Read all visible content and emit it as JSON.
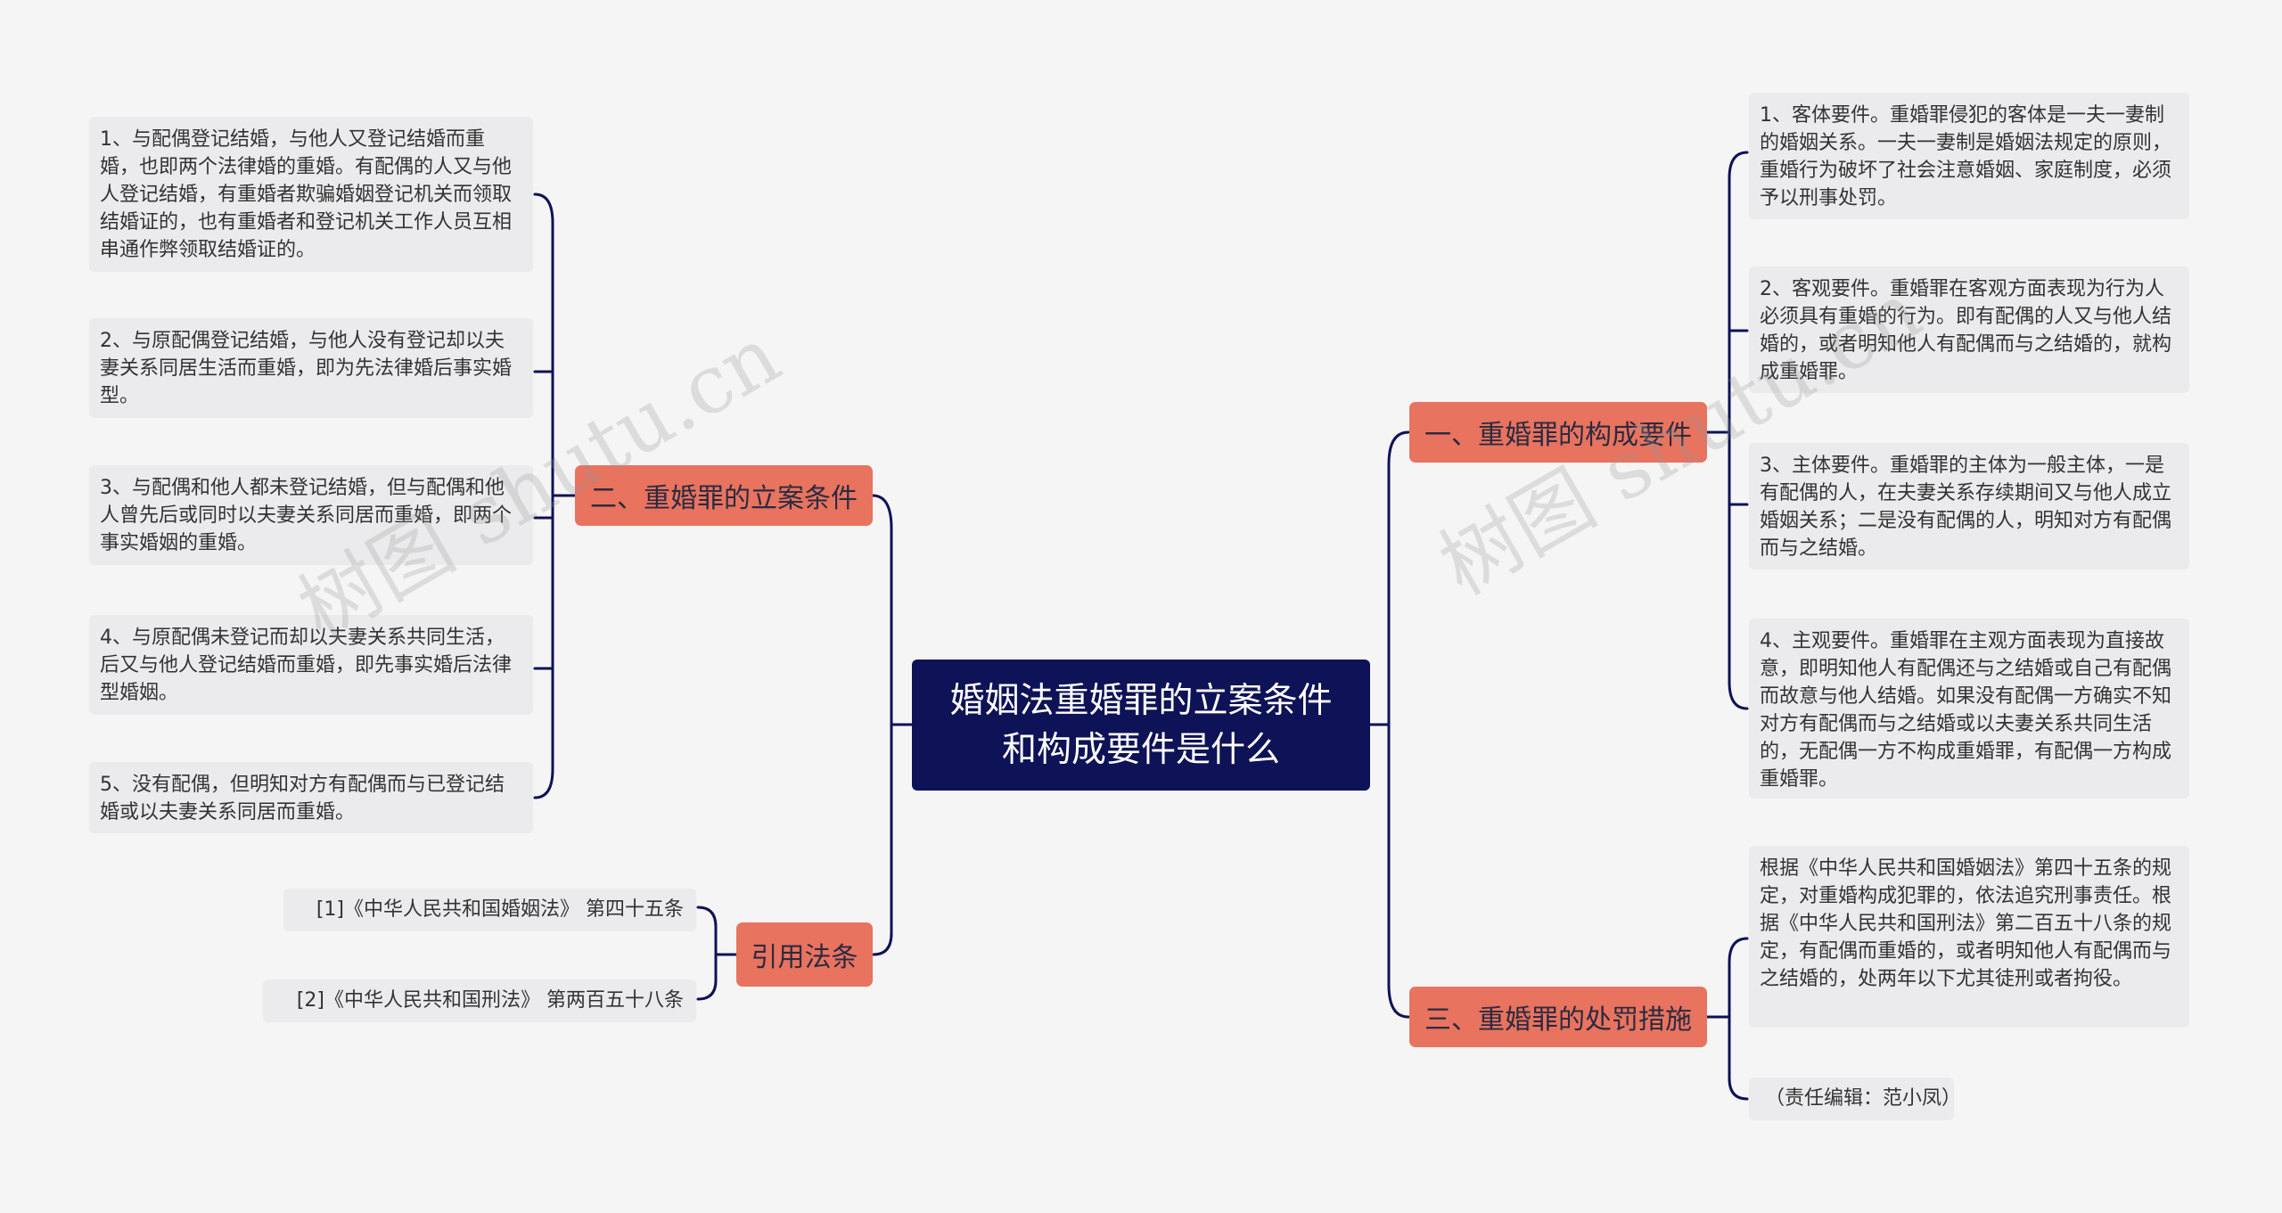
{
  "root": {
    "title": "婚姻法重婚罪的立案条件和构成要件是什么"
  },
  "branches": {
    "left_top": {
      "label": "二、重婚罪的立案条件",
      "items": [
        "1、与配偶登记结婚，与他人又登记结婚而重婚，也即两个法律婚的重婚。有配偶的人又与他人登记结婚，有重婚者欺骗婚姻登记机关而领取结婚证的，也有重婚者和登记机关工作人员互相串通作弊领取结婚证的。",
        "2、与原配偶登记结婚，与他人没有登记却以夫妻关系同居生活而重婚，即为先法律婚后事实婚型。",
        "3、与配偶和他人都未登记结婚，但与配偶和他人曾先后或同时以夫妻关系同居而重婚，即两个事实婚姻的重婚。",
        "4、与原配偶未登记而却以夫妻关系共同生活，后又与他人登记结婚而重婚，即先事实婚后法律型婚姻。",
        "5、没有配偶，但明知对方有配偶而与已登记结婚或以夫妻关系同居而重婚。"
      ]
    },
    "left_bottom": {
      "label": "引用法条",
      "items": [
        "[1]《中华人民共和国婚姻法》 第四十五条",
        "[2]《中华人民共和国刑法》 第两百五十八条"
      ]
    },
    "right_top": {
      "label": "一、重婚罪的构成要件",
      "items": [
        "1、客体要件。重婚罪侵犯的客体是一夫一妻制的婚姻关系。一夫一妻制是婚姻法规定的原则，重婚行为破坏了社会注意婚姻、家庭制度，必须予以刑事处罚。",
        "2、客观要件。重婚罪在客观方面表现为行为人必须具有重婚的行为。即有配偶的人又与他人结婚的，或者明知他人有配偶而与之结婚的，就构成重婚罪。",
        "3、主体要件。重婚罪的主体为一般主体，一是有配偶的人，在夫妻关系存续期间又与他人成立婚姻关系；二是没有配偶的人，明知对方有配偶而与之结婚。",
        "4、主观要件。重婚罪在主观方面表现为直接故意，即明知他人有配偶还与之结婚或自己有配偶而故意与他人结婚。如果没有配偶一方确实不知对方有配偶而与之结婚或以夫妻关系共同生活的，无配偶一方不构成重婚罪，有配偶一方构成重婚罪。"
      ]
    },
    "right_bottom": {
      "label": "三、重婚罪的处罚措施",
      "items": [
        "根据《中华人民共和国婚姻法》第四十五条的规定，对重婚构成犯罪的，依法追究刑事责任。根据《中华人民共和国刑法》第二百五十八条的规定，有配偶而重婚的，或者明知他人有配偶而与之结婚的，处两年以下尤其徒刑或者拘役。",
        "（责任编辑：范小凤）"
      ]
    }
  },
  "watermark": "树图 shutu.cn",
  "colors": {
    "background": "#f5f5f6",
    "root_fill": "#0e1256",
    "branch_fill": "#e8735f",
    "leaf_fill": "#ebebed",
    "line": "#0e1256"
  }
}
